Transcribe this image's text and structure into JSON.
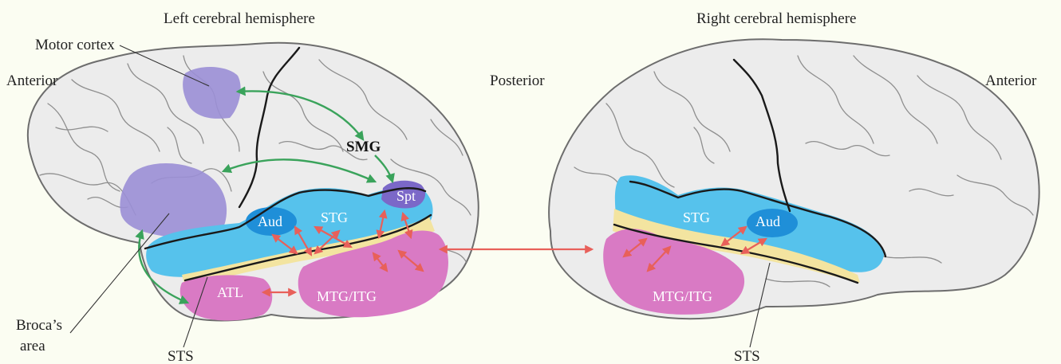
{
  "labels": {
    "left_title": "Left cerebral hemisphere",
    "right_title": "Right cerebral hemisphere",
    "anterior_left": "Anterior",
    "posterior": "Posterior",
    "anterior_right": "Anterior",
    "motor_cortex": "Motor cortex",
    "brocas_line1": "Broca’s",
    "brocas_line2": "area",
    "sts_left": "STS",
    "sts_right": "STS"
  },
  "regions": {
    "smg": "SMG",
    "spt": "Spt",
    "aud_left": "Aud",
    "stg_left": "STG",
    "atl": "ATL",
    "mtg_itg_left": "MTG/ITG",
    "stg_right": "STG",
    "aud_right": "Aud",
    "mtg_itg_right": "MTG/ITG"
  },
  "colors": {
    "background": "#fbfdf2",
    "brain": "#ececec",
    "motor_broca_spt": "#9b8fd6",
    "stg_blue": "#56c2ec",
    "aud_blue": "#1f8fd8",
    "sts_yellow": "#f3e4a0",
    "mtg_pink": "#d97ac4",
    "green_arrows": "#3aa35b",
    "red_arrows": "#e8605a"
  }
}
